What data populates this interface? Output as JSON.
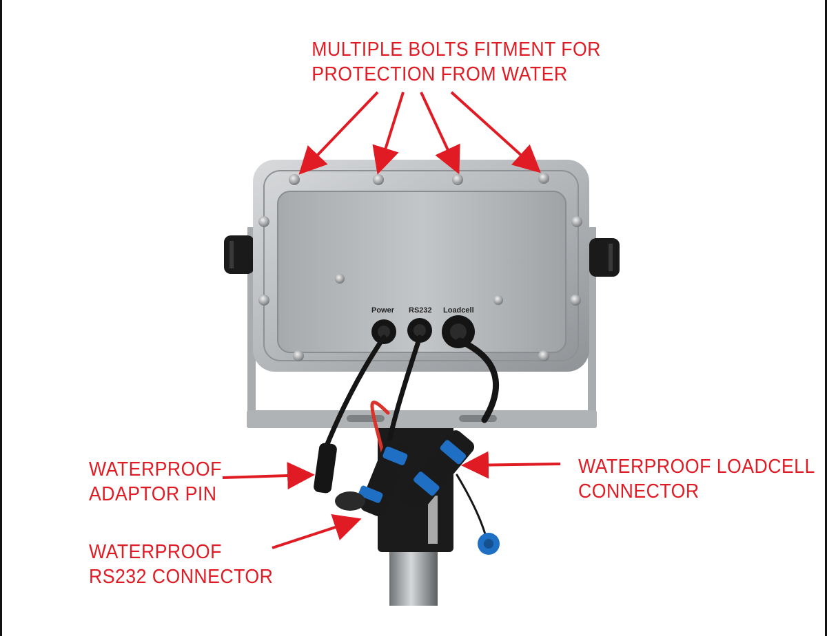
{
  "callouts": {
    "bolts": {
      "line1": "MULTIPLE BOLTS FITMENT FOR",
      "line2": "PROTECTION FROM WATER"
    },
    "adaptor": {
      "line1": "WATERPROOF",
      "line2": "ADAPTOR PIN"
    },
    "loadcell": {
      "line1": "WATERPROOF LOADCELL",
      "line2": "CONNECTOR"
    },
    "rs232": {
      "line1": "WATERPROOF",
      "line2": "RS232 CONNECTOR"
    }
  },
  "ports": {
    "power": "Power",
    "rs232": "RS232",
    "loadcell": "Loadcell"
  },
  "colors": {
    "annotation": "#e01b24",
    "steel": "#b9bcbf",
    "cable": "#151515",
    "connector": "#1f6fc4",
    "background": "#ffffff"
  }
}
